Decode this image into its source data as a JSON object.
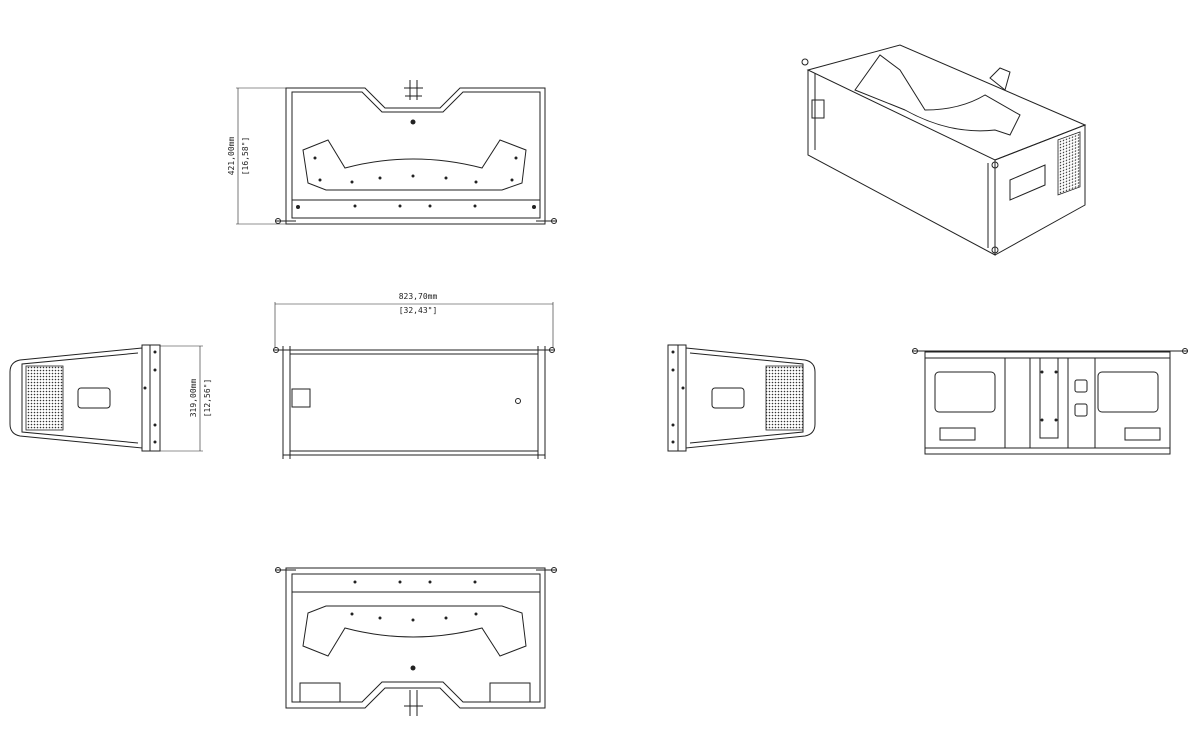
{
  "dimensions": {
    "height": {
      "metric": "421,00mm",
      "imperial": "[16,58\"]"
    },
    "width": {
      "metric": "823,70mm",
      "imperial": "[32,43\"]"
    },
    "depth": {
      "metric": "319,00mm",
      "imperial": "[12,56\"]"
    }
  },
  "colors": {
    "line": "#222222",
    "background": "#ffffff"
  }
}
